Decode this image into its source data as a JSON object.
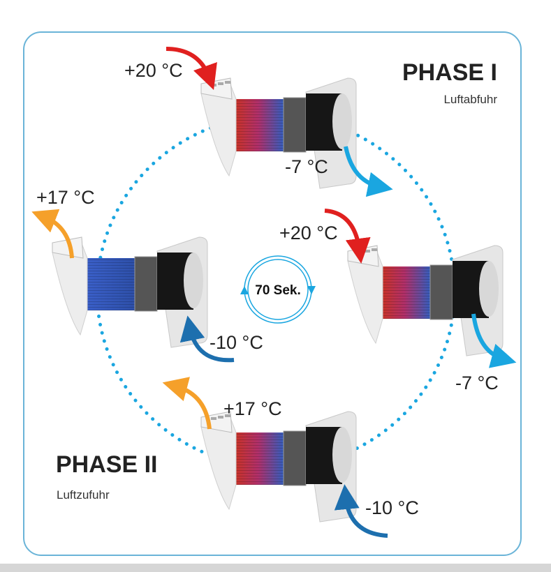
{
  "phase1": {
    "title": "PHASE I",
    "subtitle": "Luftabfuhr"
  },
  "phase2": {
    "title": "PHASE II",
    "subtitle": "Luftzufuhr"
  },
  "cycle_label": "70 Sek.",
  "temperatures": {
    "top_in": "+20 °C",
    "top_out": "-7 °C",
    "right_in": "+20 °C",
    "right_out": "-7 °C",
    "left_out": "+17 °C",
    "left_in": "-10 °C",
    "bottom_out": "+17 °C",
    "bottom_in": "-10 °C"
  },
  "colors": {
    "frame": "#6ab4d8",
    "warm_in": "#e0201f",
    "cold_out": "#1aa6e0",
    "warm_out": "#f5a02a",
    "cold_in": "#1d6fae"
  }
}
